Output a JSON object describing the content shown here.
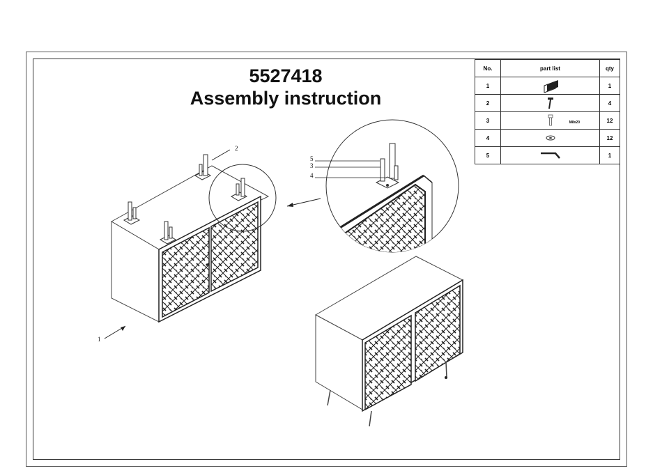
{
  "document": {
    "product_code": "5527418",
    "title": "Assembly instruction"
  },
  "parts_table": {
    "headers": {
      "no": "No.",
      "part": "part list",
      "qty": "qty"
    },
    "rows": [
      {
        "no": "1",
        "icon": "panel-block-icon",
        "note": "",
        "qty": "1"
      },
      {
        "no": "2",
        "icon": "leg-bolt-icon",
        "note": "",
        "qty": "4"
      },
      {
        "no": "3",
        "icon": "screw-icon",
        "note": "M8x20",
        "qty": "12"
      },
      {
        "no": "4",
        "icon": "washer-icon",
        "note": "",
        "qty": "12"
      },
      {
        "no": "5",
        "icon": "allen-key-icon",
        "note": "",
        "qty": "1"
      }
    ]
  },
  "callouts": {
    "cabinet": "1",
    "leg": "2",
    "detail_5": "5",
    "detail_3": "3",
    "detail_4": "4"
  }
}
